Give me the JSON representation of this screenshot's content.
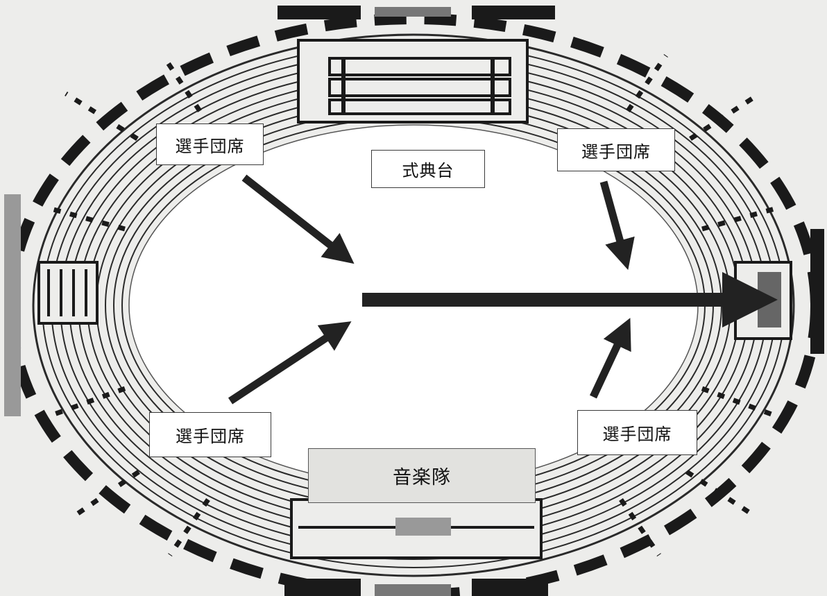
{
  "labels": {
    "delegation_top_left": "選手団席",
    "delegation_top_right": "選手団席",
    "delegation_bottom_left": "選手団席",
    "delegation_bottom_right": "選手団席",
    "ceremony_stage": "式典台",
    "band": "音楽隊"
  },
  "colors": {
    "background": "#ededeb",
    "ink": "#1a1a1a",
    "field": "#ffffff"
  }
}
